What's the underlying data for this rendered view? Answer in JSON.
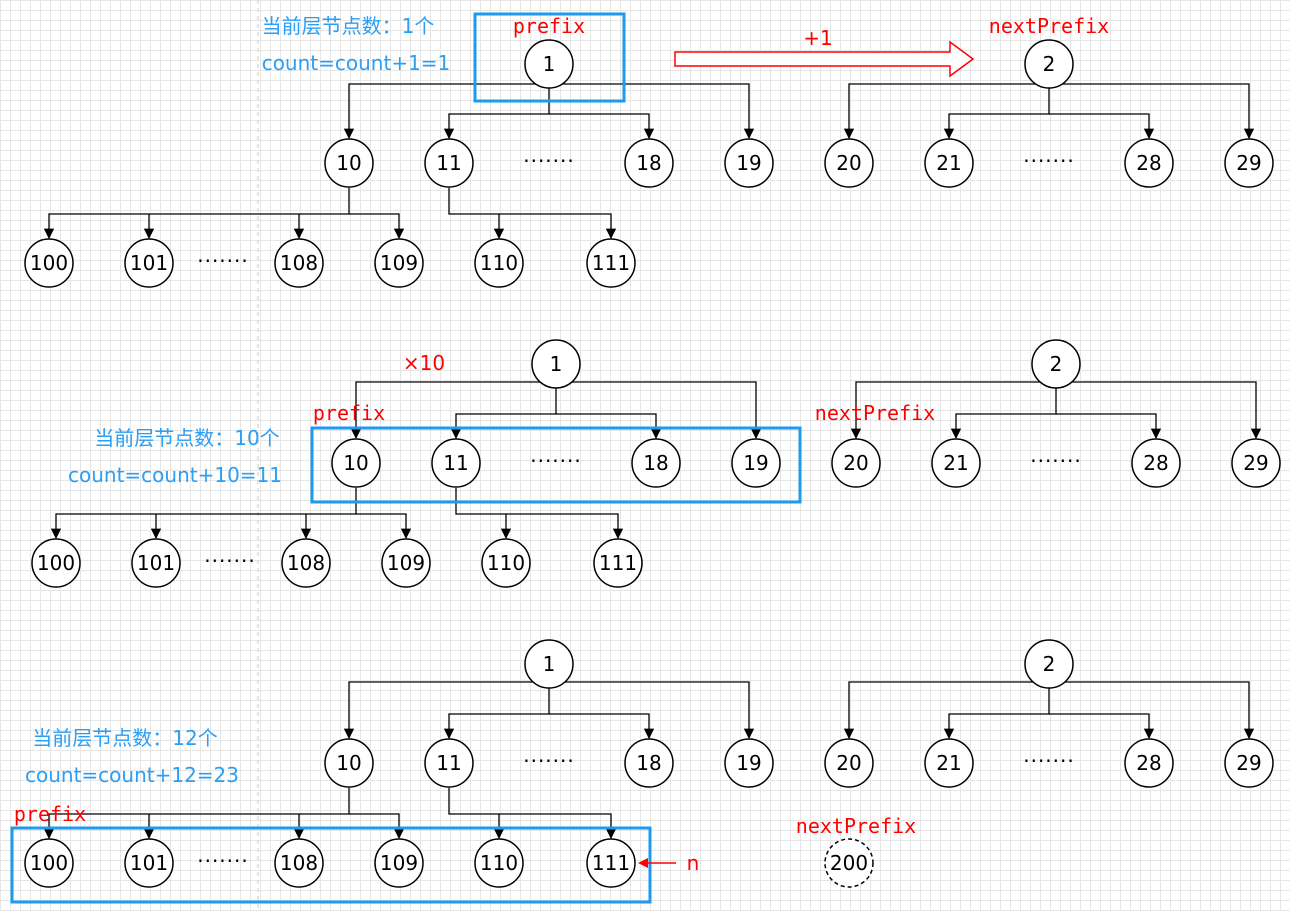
{
  "colors": {
    "highlight": "#1e9bf0",
    "annotation": "#ff0000",
    "info_text": "#2b9ef5",
    "node_stroke": "#000000"
  },
  "ellipsis": "·······",
  "panels": [
    {
      "tree1": {
        "root": "1",
        "level2": [
          "10",
          "11",
          "18",
          "19"
        ],
        "level3_under_10": [
          "100",
          "101",
          "108",
          "109"
        ],
        "level3_under_11": [
          "110",
          "111"
        ]
      },
      "tree2": {
        "root": "2",
        "level2": [
          "20",
          "21",
          "28",
          "29"
        ]
      },
      "prefix_label": "prefix",
      "next_prefix_label": "nextPrefix",
      "step_label": "+1",
      "info_line1": "当前层节点数：1个",
      "info_line2": "count=count+1=1"
    },
    {
      "tree1": {
        "root": "1",
        "level2": [
          "10",
          "11",
          "18",
          "19"
        ],
        "level3_under_10": [
          "100",
          "101",
          "108",
          "109"
        ],
        "level3_under_11": [
          "110",
          "111"
        ]
      },
      "tree2": {
        "root": "2",
        "level2": [
          "20",
          "21",
          "28",
          "29"
        ]
      },
      "prefix_label": "prefix",
      "next_prefix_label": "nextPrefix",
      "step_label": "×10",
      "info_line1": "当前层节点数：10个",
      "info_line2": "count=count+10=11"
    },
    {
      "tree1": {
        "root": "1",
        "level2": [
          "10",
          "11",
          "18",
          "19"
        ],
        "level3_under_10": [
          "100",
          "101",
          "108",
          "109"
        ],
        "level3_under_11": [
          "110",
          "111"
        ]
      },
      "tree2": {
        "root": "2",
        "level2": [
          "20",
          "21",
          "28",
          "29"
        ]
      },
      "prefix_label": "prefix",
      "next_prefix_label": "nextPrefix",
      "next_prefix_node": "200",
      "n_label": "n",
      "info_line1": "当前层节点数：12个",
      "info_line2": "count=count+12=23"
    }
  ]
}
